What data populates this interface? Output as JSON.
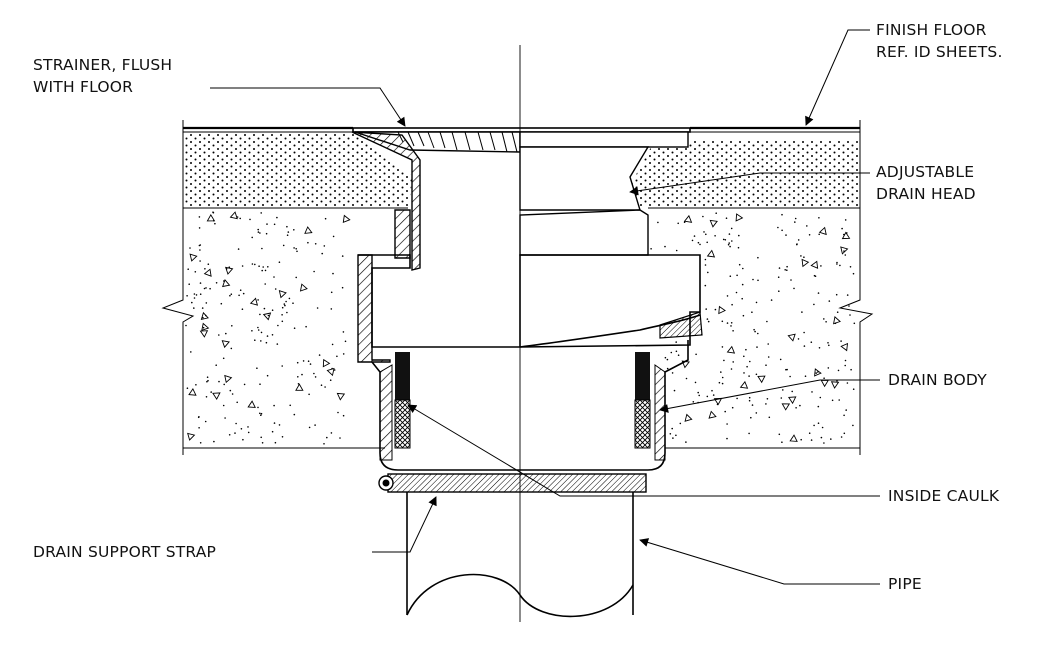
{
  "drawing": {
    "labels": {
      "strainer_line1": "STRAINER, FLUSH",
      "strainer_line2": "WITH FLOOR",
      "finish_floor_line1": "FINISH FLOOR",
      "finish_floor_line2": "REF. ID SHEETS.",
      "adjustable_line1": "ADJUSTABLE",
      "adjustable_line2": "DRAIN HEAD",
      "drain_body": "DRAIN BODY",
      "inside_caulk": "INSIDE CAULK",
      "support_strap": "DRAIN SUPPORT STRAP",
      "pipe": "PIPE"
    },
    "colors": {
      "line": "#000000",
      "background": "#ffffff"
    }
  }
}
